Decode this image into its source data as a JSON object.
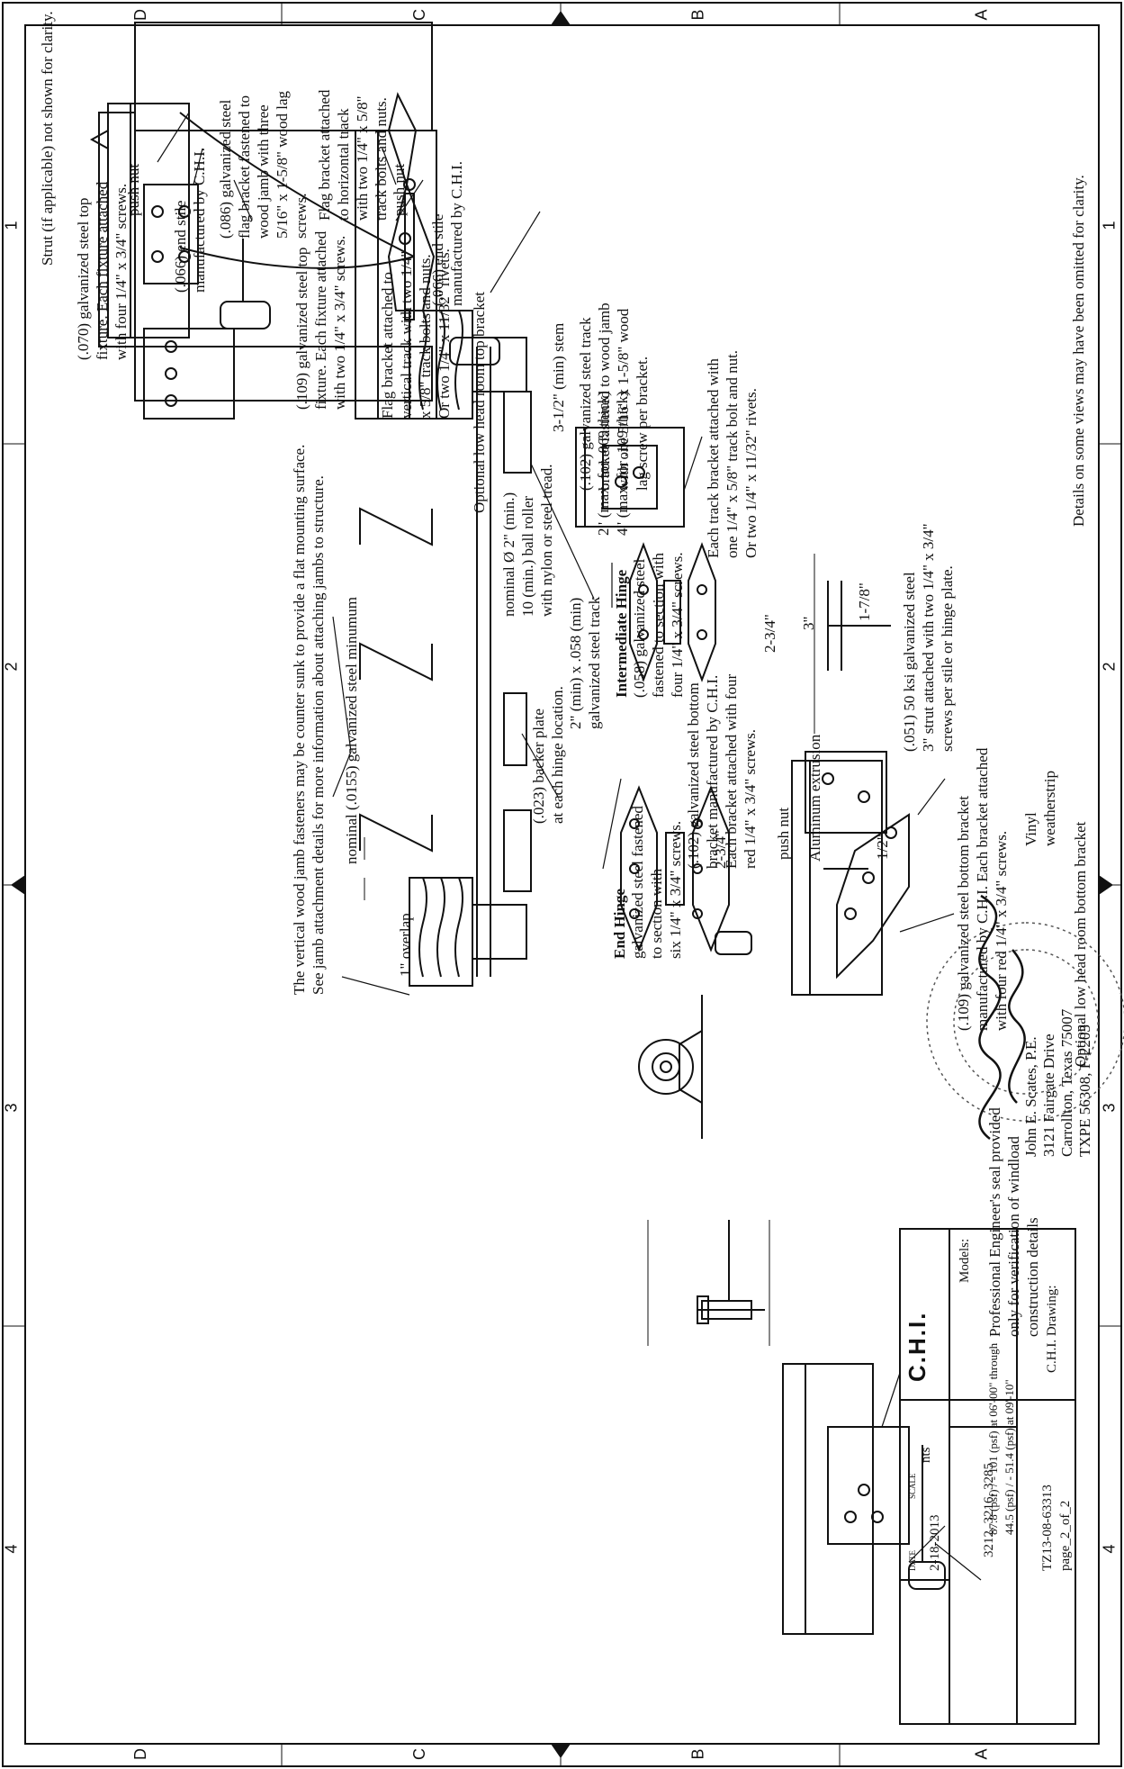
{
  "zones": {
    "letters_top": [
      "D",
      "C",
      "B",
      "A"
    ],
    "letters_bottom": [
      "D",
      "C",
      "B",
      "A"
    ],
    "numbers_left": [
      "4",
      "3",
      "2",
      "1"
    ],
    "numbers_right": [
      "4",
      "3",
      "2",
      "1"
    ]
  },
  "notes": {
    "strut": "Strut (if applicable) not shown for clarity.",
    "details_omitted": "Details on some views may have been omitted for clarity.",
    "countersunk": "The vertical wood jamb fasteners may be counter sunk to provide a flat mounting surface.\nSee jamb attachment details for more information about attaching jambs to structure."
  },
  "labels": {
    "top_fixture_070": "(.070) galvanized steel top\nfixture.  Each fixture attached\nwith four 1/4\" x 3/4\" screws.",
    "push_nut": "push nut",
    "end_stile_066": "(.066) end stile\nmanufactured by C.H.I.",
    "top_fixture_109": "(.109) galvanized steel top\nfixture.  Each fixture attached\nwith two 1/4\" x 3/4\" screws.",
    "low_head_top": "Optional low head room top bracket",
    "ball_roller": "nominal Ø 2\" (min.)\n10 (min.) ball roller\nwith nylon or steel tread.",
    "stem": "3-1/2\" (min) stem",
    "max_thick": "2\" (max. for .069 thick)\n4\" (max. for .109 thick)",
    "bottom_bracket_102": "(.102) galvanized steel bottom\nbracket manufactured by C.H.I.\nEach bracket attached with four\nred 1/4\" x 3/4\" screws.",
    "aluminum": "Aluminum extrusion",
    "vinyl": "Vinyl\nweatherstrip",
    "overlap": "1\" overlap",
    "galv_0155": "nominal (.0155) galvanized steel minumum",
    "backer_plate": "(.023) backer plate\nat each hinge location.",
    "track": "2\" (min) x .058 (min)\ngalvanized steel track",
    "end_hinge_title": "End Hinge",
    "end_hinge_desc": "galvanized steel fastened\nto section with\nsix 1/4\" x 3/4\" screws.",
    "dim_234_a": "2-3/4\"",
    "intermediate_title": "Intermediate Hinge",
    "intermediate_desc": "(.058) galvanized steel\nfastened to section with\nfour 1/4\" x 3/4\" screws.",
    "dim_234_b": "2-3/4\"",
    "dim_3": "3\"",
    "dim_178": "1-7/8\"",
    "dim_12": "1/2\"",
    "strut_051": "(.051) 50 ksi galvanized steel\n3\" strut  attached with two 1/4\" x 3/4\"\nscrews per stile or hinge plate.",
    "bottom_bracket_109": "(.109) galvanized steel bottom bracket\nmanufactured by C.H.I.  Each bracket attached\nwith four red 1/4\" x 3/4\" screws.",
    "low_head_bottom": "Optional low head room bottom bracket",
    "flag_086": "(.086) galvanized steel\nflag bracket fastened to\nwood jamb with three\n5/16\" x 1-5/8\" wood lag\nscrews.",
    "flag_horizontal": "Flag bracket attached\nto horizontal track\nwith two 1/4\" x 5/8\"\ntrack bolts and nuts.",
    "flag_vertical": "Flag bracket attached to\nvertical track with two 1/4\"\nx 5/8\" track bolts and nuts.\nOr two 1/4\" x 11/32\" rivets.",
    "track_102": "(.102) galvanized steel track\nbracket fastened to wood jamb\nwith one 5/16\" x 1-5/8\" wood\nlag screw per bracket.",
    "each_track": "Each track bracket attached with\none 1/4\" x 5/8\" track bolt and nut.\nOr two 1/4\" x 11/32\" rivets.",
    "pe_seal": "Professional Engineer's seal provided\nonly for verification of windload\nconstruction details"
  },
  "engineer": {
    "name": "John E. Scates, P.E.",
    "address": "3121 Fairgate Drive",
    "city": "Carrollton, Texas 75007",
    "license": "TXPE 56308, F-2203"
  },
  "title_block": {
    "scale_label": "SCALE",
    "scale": "nts",
    "date_label": "DATE",
    "date": "2-18-2013",
    "models_label": "Models:",
    "models": "3212, 3216, 3285",
    "pressure": "87.8 (psf) / - 101 (psf) at 06'-00\" through\n44.5 (psf) / - 51.4 (psf) at 09'-10\"",
    "drawing_label": "C.H.I. Drawing:",
    "drawing": "TZ13-08-63313",
    "page": "page_2_of_2"
  },
  "logo_text": "C.H.I."
}
